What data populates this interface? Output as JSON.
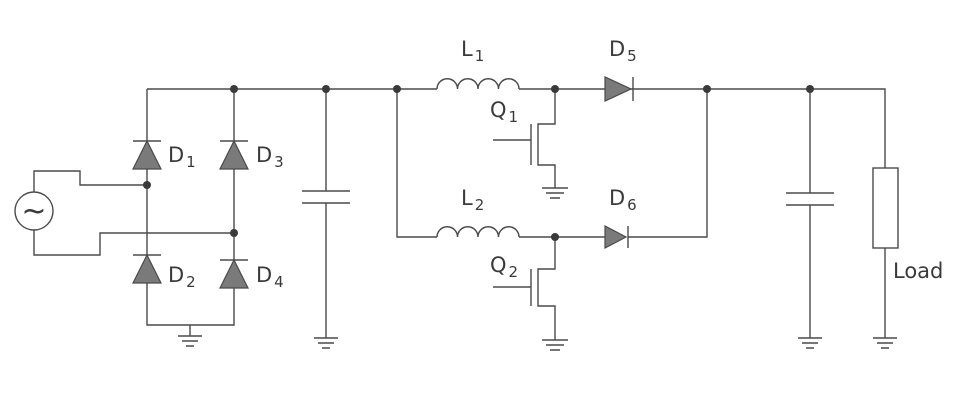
{
  "labels": {
    "D1": {
      "main": "D",
      "sub": "1"
    },
    "D2": {
      "main": "D",
      "sub": "2"
    },
    "D3": {
      "main": "D",
      "sub": "3"
    },
    "D4": {
      "main": "D",
      "sub": "4"
    },
    "D5": {
      "main": "D",
      "sub": "5"
    },
    "D6": {
      "main": "D",
      "sub": "6"
    },
    "L1": {
      "main": "L",
      "sub": "1"
    },
    "L2": {
      "main": "L",
      "sub": "2"
    },
    "Q1": {
      "main": "Q",
      "sub": "1"
    },
    "Q2": {
      "main": "Q",
      "sub": "2"
    },
    "load": "Load",
    "ac_source": "~"
  },
  "colors": {
    "wire": "#4a4a4a",
    "diode_fill": "#7a7a7a",
    "text": "#3a3a3a"
  }
}
